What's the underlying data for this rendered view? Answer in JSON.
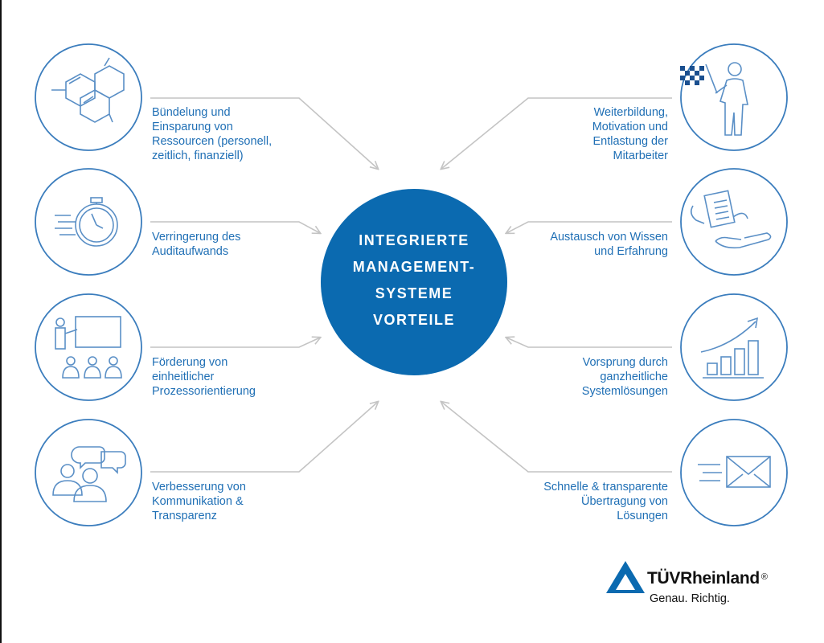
{
  "center": {
    "lines": [
      "INTEGRIERTE",
      "MANAGEMENT-",
      "SYSTEME",
      "VORTEILE"
    ]
  },
  "benefits": {
    "left": [
      {
        "icon": "molecule-icon",
        "lines": [
          "Bündelung und",
          "Einsparung von",
          "Ressourcen (personell,",
          "zeitlich, finanziell)"
        ]
      },
      {
        "icon": "stopwatch-icon",
        "lines": [
          "Verringerung des",
          "Auditaufwands"
        ]
      },
      {
        "icon": "presentation-icon",
        "lines": [
          "Förderung von",
          "einheitlicher",
          "Prozessorientierung"
        ]
      },
      {
        "icon": "communication-icon",
        "lines": [
          "Verbesserung von",
          "Kommunikation &",
          "Transparenz"
        ]
      }
    ],
    "right": [
      {
        "icon": "flag-person-icon",
        "lines": [
          "Weiterbildung,",
          "Motivation und",
          "Entlastung der",
          "Mitarbeiter"
        ]
      },
      {
        "icon": "document-exchange-icon",
        "lines": [
          "Austausch von Wissen",
          "und Erfahrung"
        ]
      },
      {
        "icon": "growth-chart-icon",
        "lines": [
          "Vorsprung durch",
          "ganzheitliche",
          "Systemlösungen"
        ]
      },
      {
        "icon": "envelope-icon",
        "lines": [
          "Schnelle & transparente",
          "Übertragung von",
          "Lösungen"
        ]
      }
    ]
  },
  "logo": {
    "brand": "TÜVRheinland",
    "registered": "®",
    "slogan": "Genau. Richtig."
  },
  "colors": {
    "brand_blue": "#0b6ab0",
    "text_blue": "#1f6fb5",
    "arrow_gray": "#c4c4c4",
    "circle_stroke": "#3b7dbd"
  }
}
